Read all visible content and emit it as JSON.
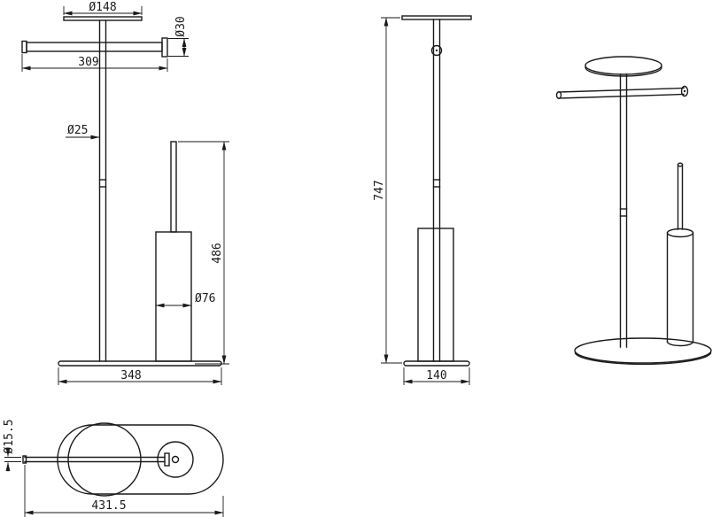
{
  "front": {
    "plate_diameter": "Ø148",
    "flange_diameter": "Ø30",
    "bar_length": "309",
    "pole_diameter": "Ø25",
    "brush_height": "486",
    "holder_diameter": "Ø76",
    "base_width": "348"
  },
  "side": {
    "overall_height": "747",
    "base_depth": "140"
  },
  "top": {
    "tube_diameter": "Ø15.5",
    "overall_length": "431.5"
  }
}
